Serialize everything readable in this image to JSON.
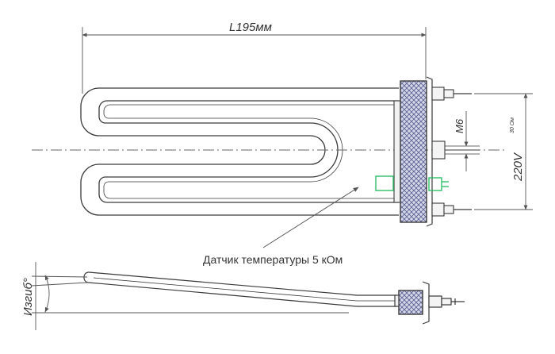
{
  "labels": {
    "length": "L195мм",
    "thread": "М6",
    "voltage": "220V",
    "resistance": "30 Ом",
    "sensor": "Датчик температуры 5 кОм",
    "bend": "Изгиб°"
  },
  "colors": {
    "line": "#3a3a3a",
    "dim": "#555555",
    "sensor": "#2fbf6a",
    "hatch": "#6b6f9a",
    "flange_fill": "#cfd2e6"
  }
}
